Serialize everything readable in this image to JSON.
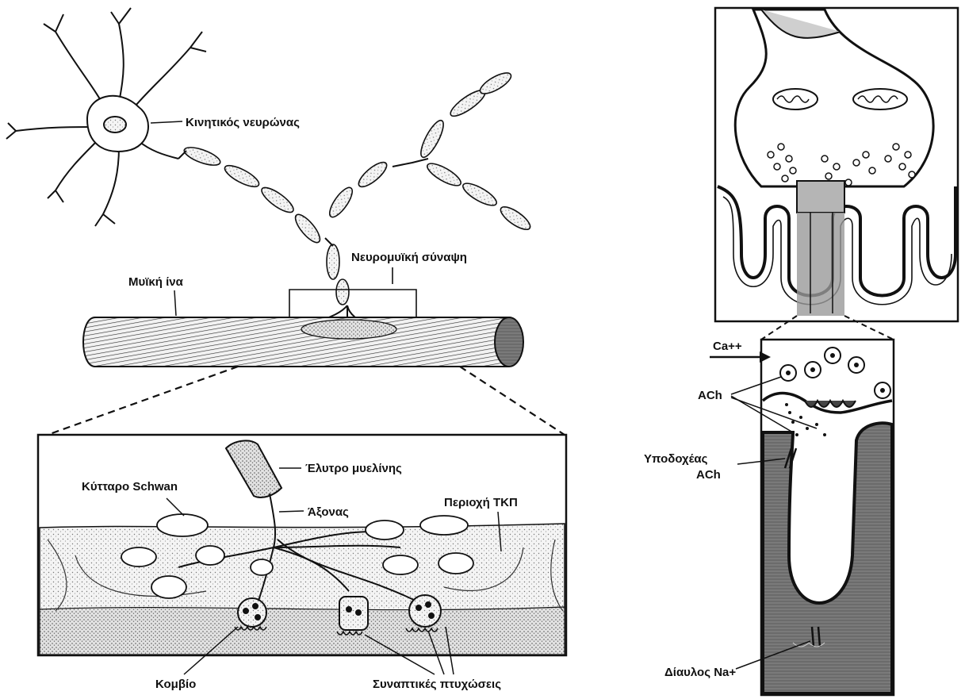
{
  "labels": {
    "motor_neuron": "Κινητικός νευρώνας",
    "neuromuscular_junction": "Νευρομυϊκή σύναψη",
    "muscle_fiber": "Μυϊκή ίνα",
    "myelin_sheath": "Έλυτρο μυελίνης",
    "schwann_cell": "Κύτταρο Schwan",
    "axon": "Άξονας",
    "tkp_region": "Περιοχή ΤΚΠ",
    "terminal_button": "Κομβίο",
    "synaptic_folds": "Συναπτικές πτυχώσεις",
    "calcium": "Ca++",
    "ach": "ACh",
    "ach_receptor_line1": "Υποδοχέας",
    "ach_receptor_line2": "ACh",
    "sodium_channel": "Δίαυλος Na+"
  },
  "colors": {
    "ink": "#111111",
    "stipple_light": "#e6e6e6",
    "stipple_dark": "#c9c9c9",
    "muscle_dark": "#555555",
    "background": "#ffffff"
  }
}
